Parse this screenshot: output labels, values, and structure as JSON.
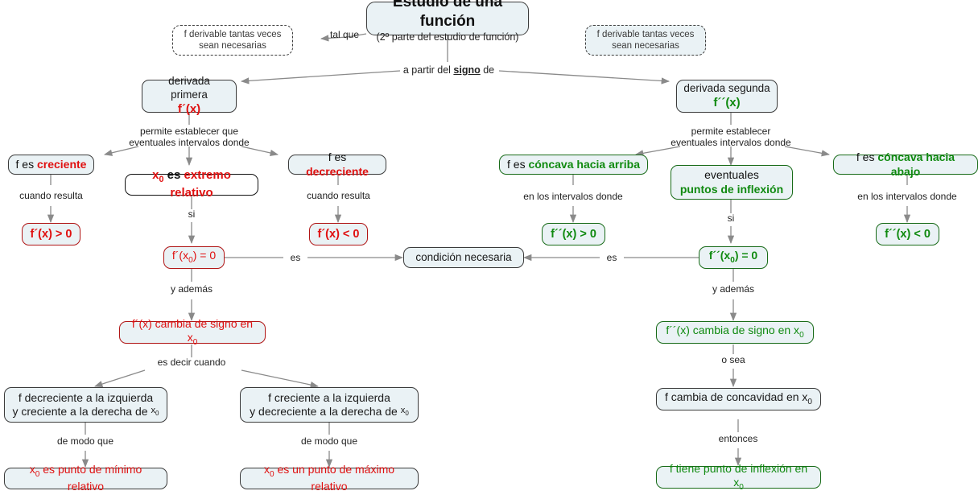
{
  "diagram": {
    "title": "Estudio de una función",
    "subtitle": "(2º parte del estudio de función)",
    "nodes": {
      "title_main": "Estudio de una función",
      "title_sub": "(2º parte del estudio de función)",
      "dashed_left": "f derivable tantas veces sean necesarias",
      "dashed_left_l1": "f derivable tantas veces",
      "dashed_left_l2": "sean necesarias",
      "dashed_right_l1": "f derivable tantas veces",
      "dashed_right_l2": "sean necesarias",
      "deriv1_l1": "derivada primera",
      "deriv1_l2": "f´(x)",
      "deriv2_l1": "derivada segunda",
      "deriv2_l2": "f´´(x)",
      "creciente_a": "f es ",
      "creciente_b": "creciente",
      "extremo_a": "x",
      "extremo_b": "0",
      "extremo_c": " es ",
      "extremo_d": "extremo relativo",
      "decreciente_a": "f es ",
      "decreciente_b": "decreciente",
      "concava_arriba_a": "f es ",
      "concava_arriba_b": "cóncava hacia arriba",
      "inflexion_l1": "eventuales",
      "inflexion_l2": "puntos de inflexión",
      "concava_abajo_a": "f es ",
      "concava_abajo_b": "cóncava hacia abajo",
      "fp_mayor": "f´(x) > 0",
      "fp_menor": "f´(x) < 0",
      "fpp_mayor": "f´´(x) > 0",
      "fpp_menor": "f´´(x) < 0",
      "fpx0_cero": "f´(x",
      "fpx0_cero_sub": "0",
      "fpx0_cero_end": ") = 0",
      "fppx0_cero": "f´´(x",
      "fppx0_cero_sub": "0",
      "fppx0_cero_end": ") = 0",
      "condicion": "condición necesaria",
      "fp_cambia": "f´(x) cambia de signo en  x",
      "fp_cambia_sub": "0",
      "fpp_cambia": "f´´(x) cambia de signo en  x",
      "fpp_cambia_sub": "0",
      "left_case_l1": "f decreciente a la izquierda",
      "left_case_l2": "y  creciente a la derecha de ",
      "left_case_sub": "x",
      "left_case_sub0": "0",
      "right_case_l1": "f creciente a la izquierda",
      "right_case_l2": "y decreciente a la derecha de ",
      "right_case_sub": "x",
      "right_case_sub0": "0",
      "minimo": "es punto de mínimo relativo",
      "minimo_x": "x",
      "minimo_sub": "0",
      "maximo": "es un punto de máximo relativo",
      "maximo_x": "x",
      "maximo_sub": "0",
      "concavidad": "f cambia de concavidad en  x",
      "concavidad_sub": "0",
      "tiene_inflexion": "f  tiene punto de inflexión en  x",
      "tiene_inflexion_sub": "0"
    },
    "edge_labels": {
      "tal_que": "tal que",
      "a_partir_1": "a partir del ",
      "a_partir_signo": "signo",
      "a_partir_2": " de",
      "permite_l1": "permite establecer que",
      "permite_l2": "eventuales intervalos donde",
      "permite_r_l1": "permite establecer",
      "permite_r_l2": "eventuales intervalos donde",
      "cuando_resulta_1": "cuando resulta",
      "cuando_resulta_2": "cuando resulta",
      "si_left": "si",
      "si_right": "si",
      "en_los_intervalos_1": "en los intervalos donde",
      "en_los_intervalos_2": "en los intervalos donde",
      "es_left": "es",
      "es_right": "es",
      "y_ademas_left": "y además",
      "y_ademas_right": "y además",
      "es_decir_cuando": "es decir  cuando",
      "o_sea": "o sea",
      "de_modo_que_1": "de modo que",
      "de_modo_que_2": "de modo que",
      "entonces": "entonces"
    },
    "colors": {
      "node_fill": "#eaf2f5",
      "node_border": "#3b3b3b",
      "red_text": "#e01010",
      "green_text": "#108a10",
      "edge": "#8a8a8a"
    }
  }
}
